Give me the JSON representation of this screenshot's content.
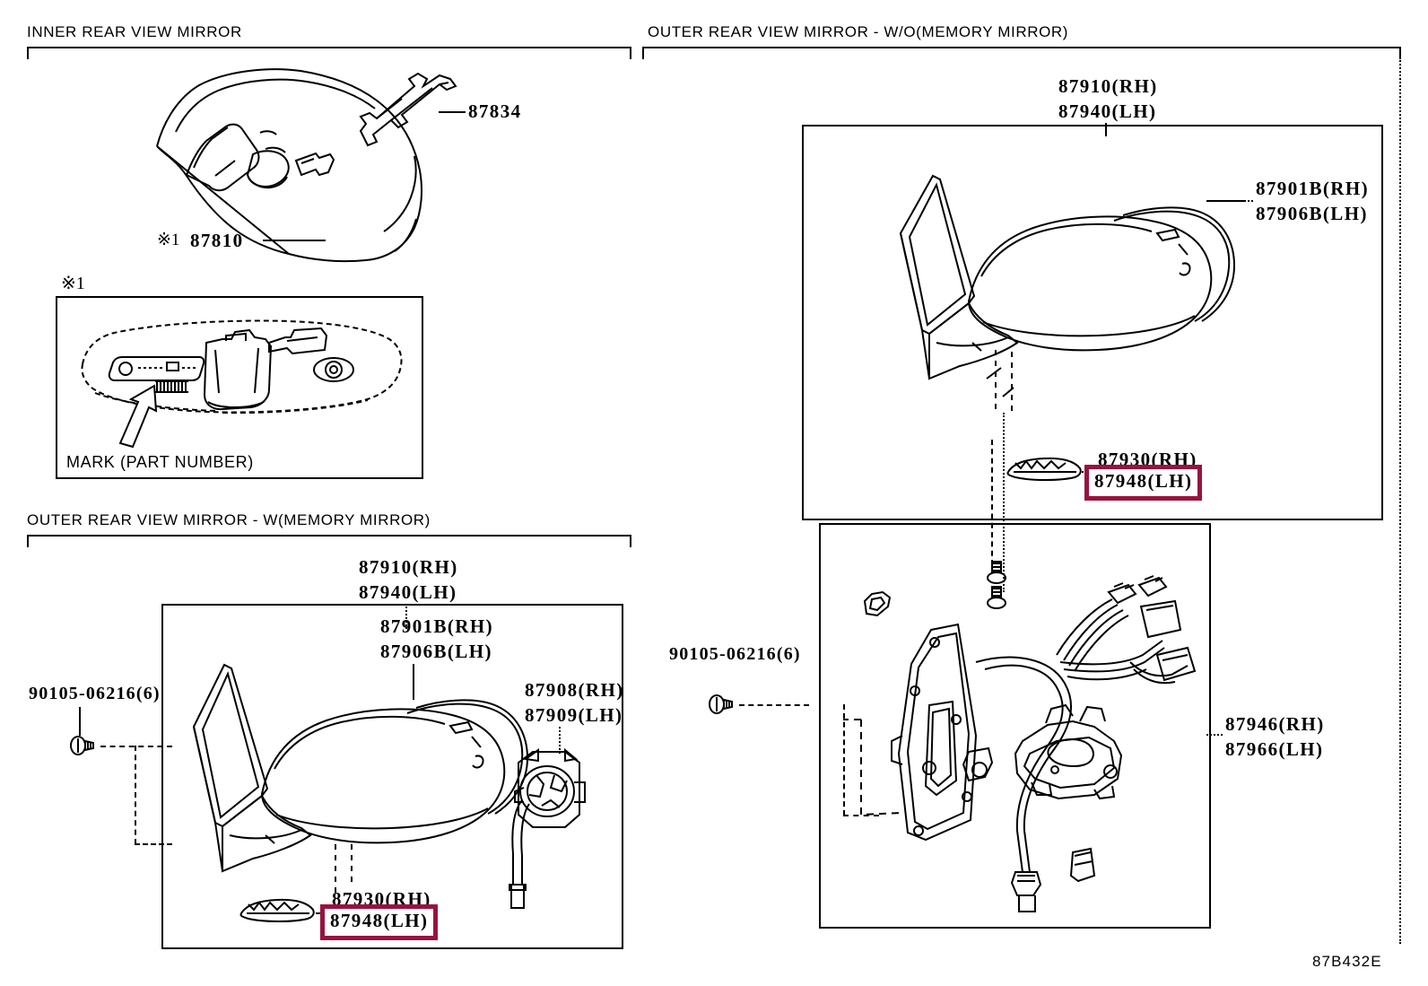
{
  "sections": {
    "inner": {
      "title": "INNER REAR VIEW MIRROR"
    },
    "outer_with_memory": {
      "title": "OUTER REAR VIEW MIRROR - W(MEMORY MIRROR)"
    },
    "outer_without_memory": {
      "title": "OUTER REAR VIEW MIRROR - W/O(MEMORY MIRROR)"
    }
  },
  "inner_mirror": {
    "bracket_part": "87834",
    "mirror_assy_mark": "※1",
    "mirror_assy_part": "87810",
    "detail_mark": "※1",
    "detail_caption": "MARK (PART NUMBER)"
  },
  "outer_with_memory": {
    "assy_rh": "87910(RH)",
    "assy_lh": "87940(LH)",
    "cover_rh": "87901B(RH)",
    "cover_lh": "87906B(LH)",
    "motor_rh": "87908(RH)",
    "motor_lh": "87909(LH)",
    "screw": "90105-06216(6)",
    "lamp_rh": "87930(RH)",
    "lamp_lh": "87948(LH)"
  },
  "outer_without_memory": {
    "assy_rh": "87910(RH)",
    "assy_lh": "87940(LH)",
    "cover_rh": "87901B(RH)",
    "cover_lh": "87906B(LH)",
    "screw": "90105-06216(6)",
    "lamp_rh": "87930(RH)",
    "lamp_lh": "87948(LH)",
    "harness_rh": "87946(RH)",
    "harness_lh": "87966(LH)"
  },
  "footer": {
    "diagram_id": "87B432E"
  },
  "colors": {
    "highlight": "#99123F",
    "line": "#000000",
    "background": "#ffffff"
  }
}
